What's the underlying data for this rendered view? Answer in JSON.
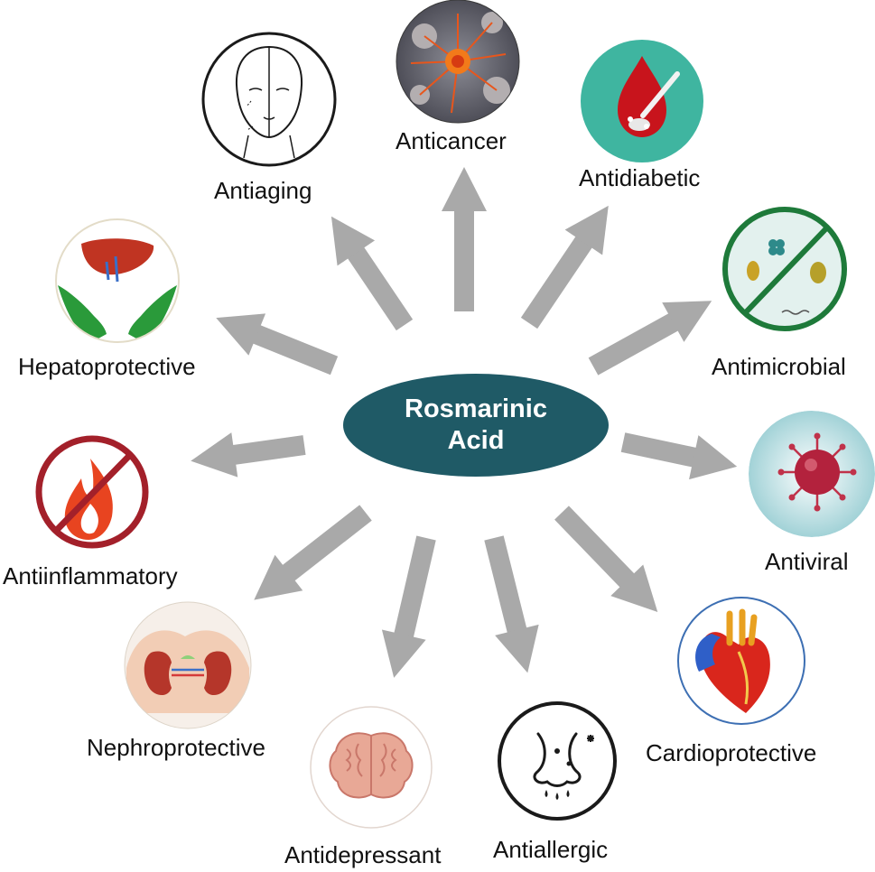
{
  "center": {
    "line1": "Rosmarinic",
    "line2": "Acid",
    "color": "#1f5a66"
  },
  "arrow_color": "#a9a9a9",
  "activities": [
    {
      "label": "Antiaging",
      "icon": "face-icon"
    },
    {
      "label": "Anticancer",
      "icon": "cancer-cell-icon"
    },
    {
      "label": "Antidiabetic",
      "icon": "blood-drop-spoon-icon"
    },
    {
      "label": "Antimicrobial",
      "icon": "no-microbe-icon"
    },
    {
      "label": "Antiviral",
      "icon": "virus-icon"
    },
    {
      "label": "Cardioprotective",
      "icon": "heart-icon"
    },
    {
      "label": "Antiallergic",
      "icon": "nose-allergy-icon"
    },
    {
      "label": "Antidepressant",
      "icon": "brain-icon"
    },
    {
      "label": "Nephroprotective",
      "icon": "kidney-hands-icon"
    },
    {
      "label": "Antiinflammatory",
      "icon": "no-fire-icon"
    },
    {
      "label": "Hepatoprotective",
      "icon": "liver-hands-icon"
    }
  ]
}
